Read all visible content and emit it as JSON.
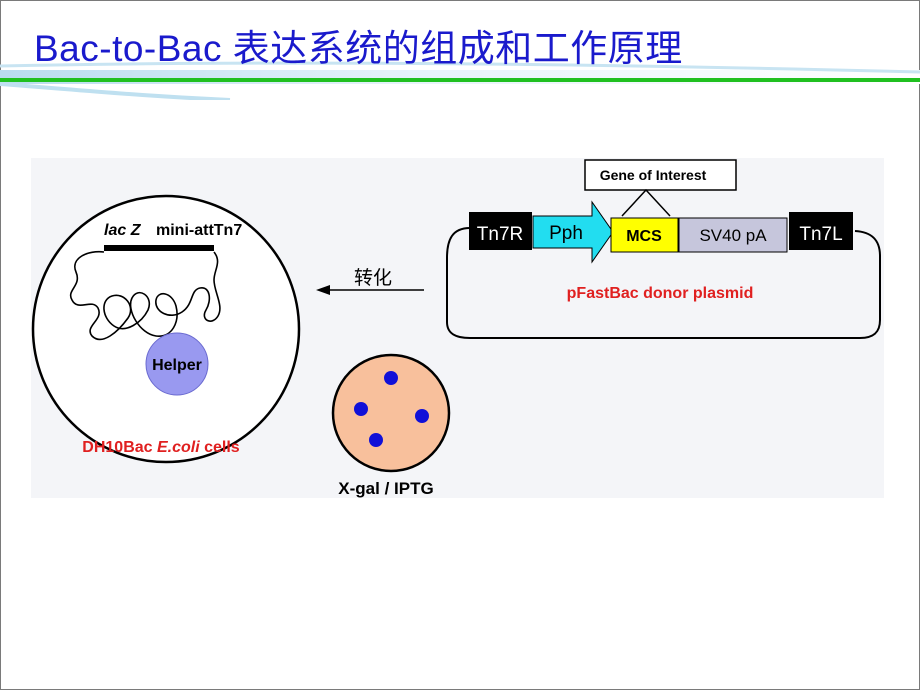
{
  "title": "Bac-to-Bac 表达系统的组成和工作原理",
  "cell": {
    "lacz_label": "lac Z",
    "mini_att_label": "mini-attTn7",
    "helper_label": "Helper",
    "caption_prefix": "DH10Bac ",
    "caption_italic": "E.coli",
    "caption_suffix": " cells"
  },
  "arrow_label": "转化",
  "plate_caption": "X-gal / IPTG",
  "plasmid": {
    "gene_of_interest": "Gene of Interest",
    "segments": [
      "Tn7R",
      "Pph",
      "MCS",
      "SV40 pA",
      "Tn7L"
    ],
    "caption": "pFastBac donor plasmid"
  },
  "colors": {
    "title": "#1a1acc",
    "helper_fill": "#9999f0",
    "plate_fill": "#f8c09c",
    "colony": "#1010d8",
    "caption_red": "#e02020",
    "pph": "#22ddf0",
    "mcs": "#ffff00",
    "sv40": "#c6c6dc",
    "tn7": "#000000"
  }
}
